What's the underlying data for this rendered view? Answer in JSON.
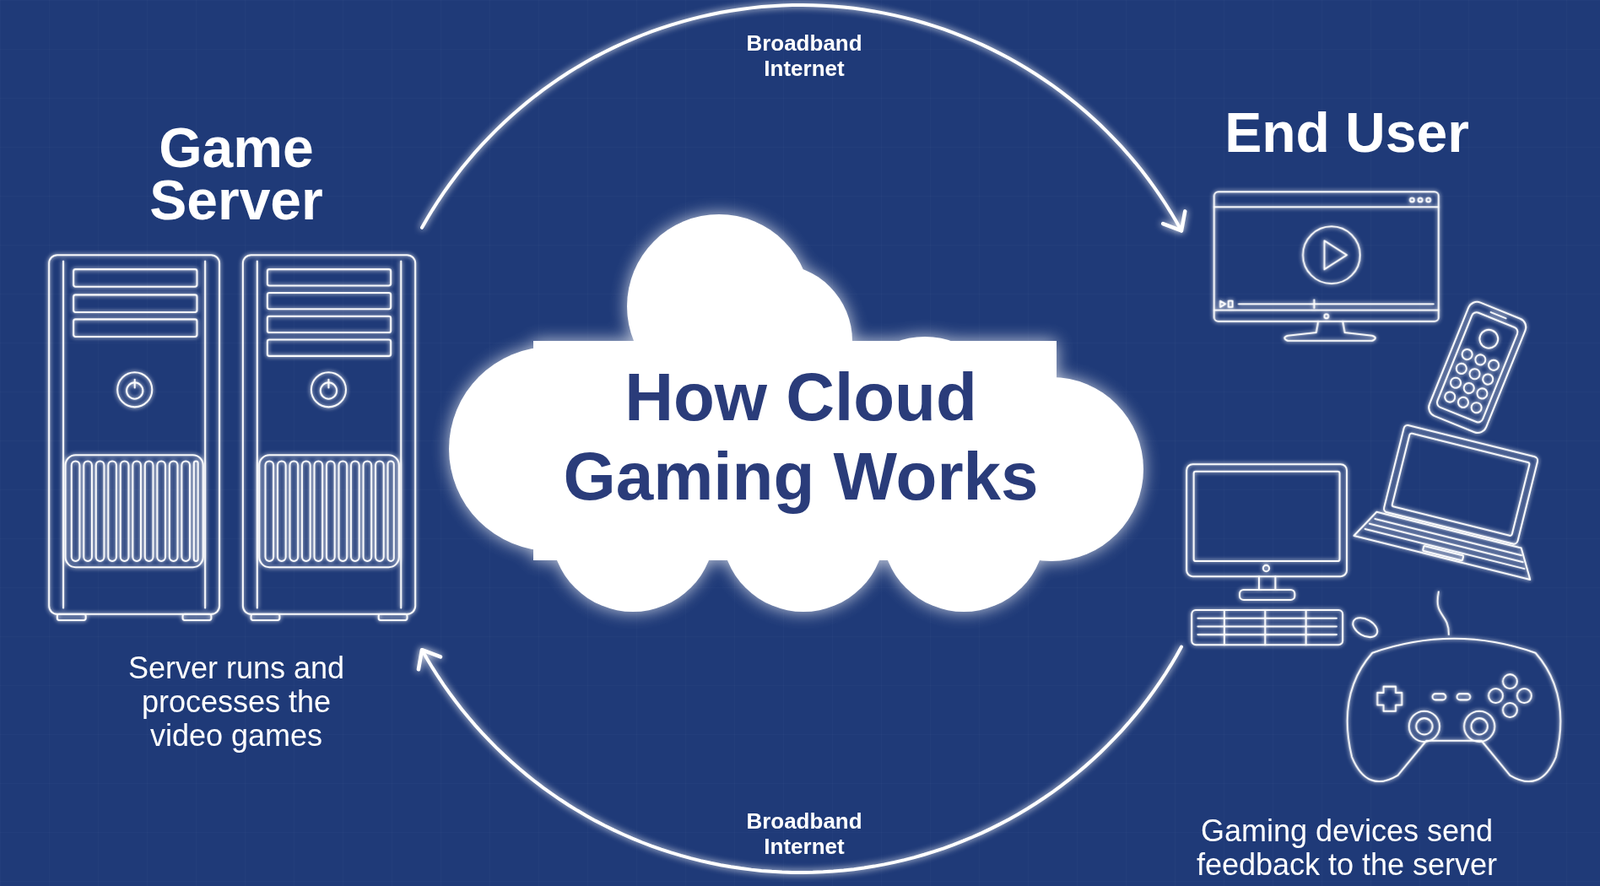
{
  "diagram": {
    "nodes": [
      {
        "text": [
          "Game Server",
          "Server runs and processes the video games"
        ]
      },
      {
        "text": [
          "How Cloud Gaming Works"
        ]
      },
      {
        "text": [
          "End User",
          "Gaming devices send feedback to the server"
        ]
      }
    ],
    "edges": [
      {
        "from": 0,
        "to": 2,
        "label": "Broadband Internet",
        "arrow": "to"
      },
      {
        "from": 2,
        "to": 0,
        "label": "Broadband Internet",
        "arrow": "to"
      }
    ]
  }
}
